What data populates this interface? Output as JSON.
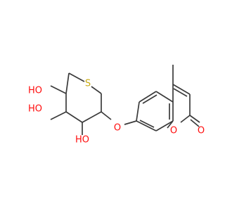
{
  "molecule": {
    "labels": {
      "ring_sulfur": "S",
      "ether_oxygen": "O",
      "hydroxyl_top": "HO",
      "hydroxyl_middle": "HO",
      "hydroxyl_bottom": "HO",
      "lactone_ring_oxygen": "O",
      "carbonyl_oxygen": "O"
    },
    "colors": {
      "bond": "#3a3a3a",
      "oxygen": "#ff0d0d",
      "sulfur": "#c8aa10",
      "background": "#ffffff"
    }
  }
}
